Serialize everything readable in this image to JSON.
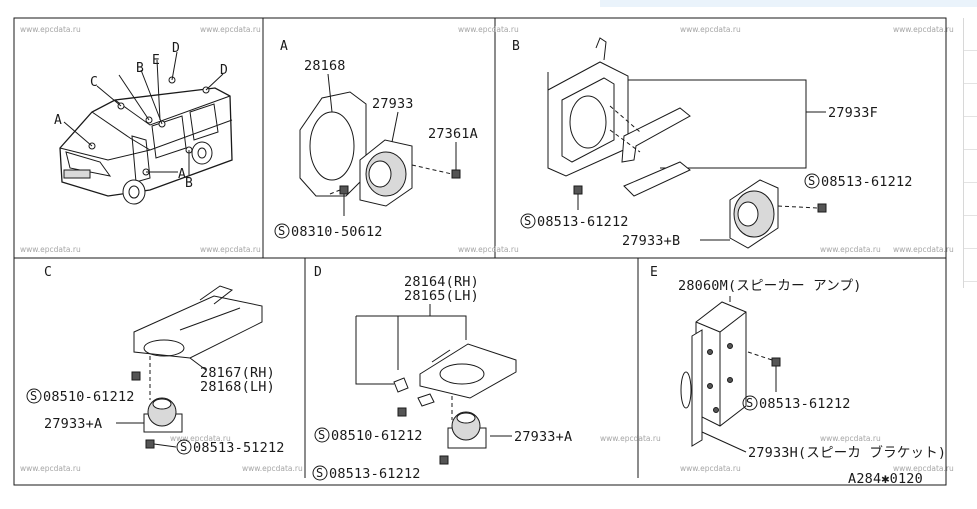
{
  "watermark": "www.epcdata.ru",
  "footer_code": "A284✱0120",
  "panels": {
    "overview": {
      "labels": [
        "A",
        "C",
        "B",
        "E",
        "D",
        "D",
        "A",
        "B"
      ]
    },
    "A": {
      "title": "A",
      "parts": [
        "28168",
        "27933",
        "27361A",
        "08310-50612"
      ]
    },
    "B": {
      "title": "B",
      "parts": [
        "27933F",
        "08513-61212",
        "08513-61212",
        "27933+B"
      ]
    },
    "C": {
      "title": "C",
      "parts": [
        "08510-61212",
        "28167(RH)",
        "28168(LH)",
        "27933+A",
        "08513-51212"
      ]
    },
    "D": {
      "title": "D",
      "parts": [
        "28164(RH)",
        "28165(LH)",
        "08510-61212",
        "27933+A",
        "08513-61212"
      ]
    },
    "E": {
      "title": "E",
      "parts": [
        "28060M(スピーカー アンプ)",
        "08513-61212",
        "27933H(スピーカ ブラケット)"
      ]
    }
  },
  "screw_symbol": "S"
}
